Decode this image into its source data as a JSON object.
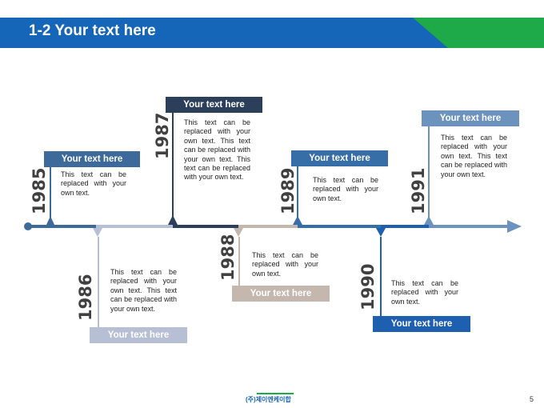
{
  "title": "1-2 Your text here",
  "page_number": "5",
  "logo_text": "(주)제이엔케이합",
  "colors": {
    "header_blue": "#1565b8",
    "header_green": "#1faa4a",
    "navy": "#2b3e5a",
    "steel": "#3d6a9a",
    "mid_blue": "#386ea8",
    "sky": "#6c93bd",
    "taupe": "#c3b7ae",
    "lavender": "#b6bfd4",
    "royal": "#1f5fb0"
  },
  "events": [
    {
      "year": "1985",
      "label": "Your text here",
      "text": "This text can be replaced with your own text."
    },
    {
      "year": "1986",
      "label": "Your text here",
      "text": "This text can be replaced with your own text. This text can be replaced with your own text."
    },
    {
      "year": "1987",
      "label": "Your text here",
      "text": "This text can be replaced with your own text. This text can be replaced with your own text. This text can be replaced with your own text."
    },
    {
      "year": "1988",
      "label": "Your text here",
      "text": "This text can be replaced with your own text."
    },
    {
      "year": "1989",
      "label": "Your text here",
      "text": "This text can be replaced with your own text."
    },
    {
      "year": "1990",
      "label": "Your text here",
      "text": "This text can be replaced with your own text."
    },
    {
      "year": "1991",
      "label": "Your text here",
      "text": "This text can be replaced with your own text. This text can be replaced with your own text."
    }
  ]
}
